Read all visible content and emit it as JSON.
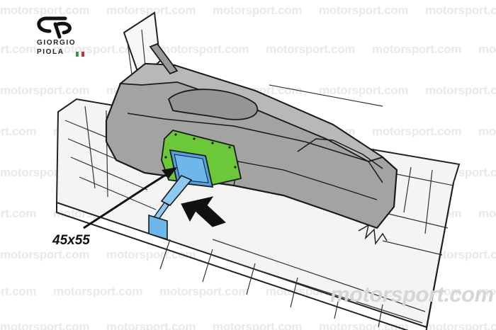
{
  "logo": {
    "line1": "GIORGIO",
    "line2": "PIOLA",
    "flag_colors": [
      "#2e9e3e",
      "#ffffff",
      "#d22f27"
    ]
  },
  "watermark": {
    "text": "motorsport.com",
    "color": "#e9e9e9"
  },
  "big_watermark": "motorsport.com",
  "diagram": {
    "dimension_label": "45x55",
    "colors": {
      "body": "#a3a3a3",
      "highlight_panel": "#6cc739",
      "blue_part": "#4fa3e0",
      "outline": "#1a1a1a",
      "floor": "#f3f3f3"
    }
  }
}
